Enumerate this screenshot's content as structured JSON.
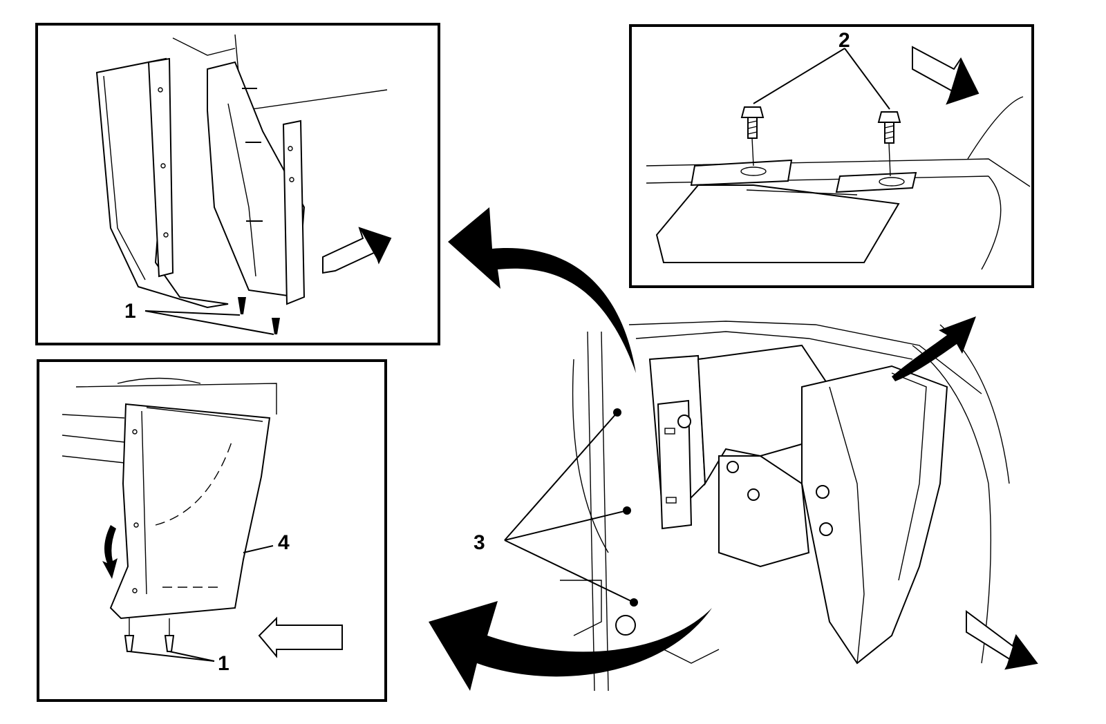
{
  "callouts": {
    "fastener_1": "1",
    "bolt_2": "2",
    "fastener_3": "3",
    "shield_4": "4"
  }
}
